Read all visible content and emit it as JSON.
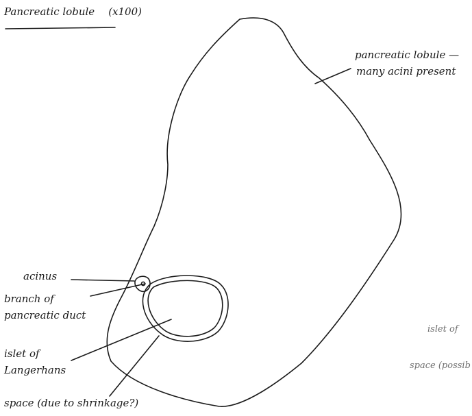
{
  "title": "Pancreatic lobule",
  "magnification": "(x100)",
  "labels": {
    "lobule": [
      "pancreatic lobule —",
      "many acini present"
    ],
    "acinus": "acinus",
    "duct": [
      "branch of",
      "pancreatic duct"
    ],
    "islet": [
      "islet of",
      "Langerhans"
    ],
    "space": "space (due to shrinkage?)"
  },
  "cut_off_text": {
    "islet": "islet of",
    "space": "space (possib"
  },
  "ink_color": "#1a1a1a"
}
